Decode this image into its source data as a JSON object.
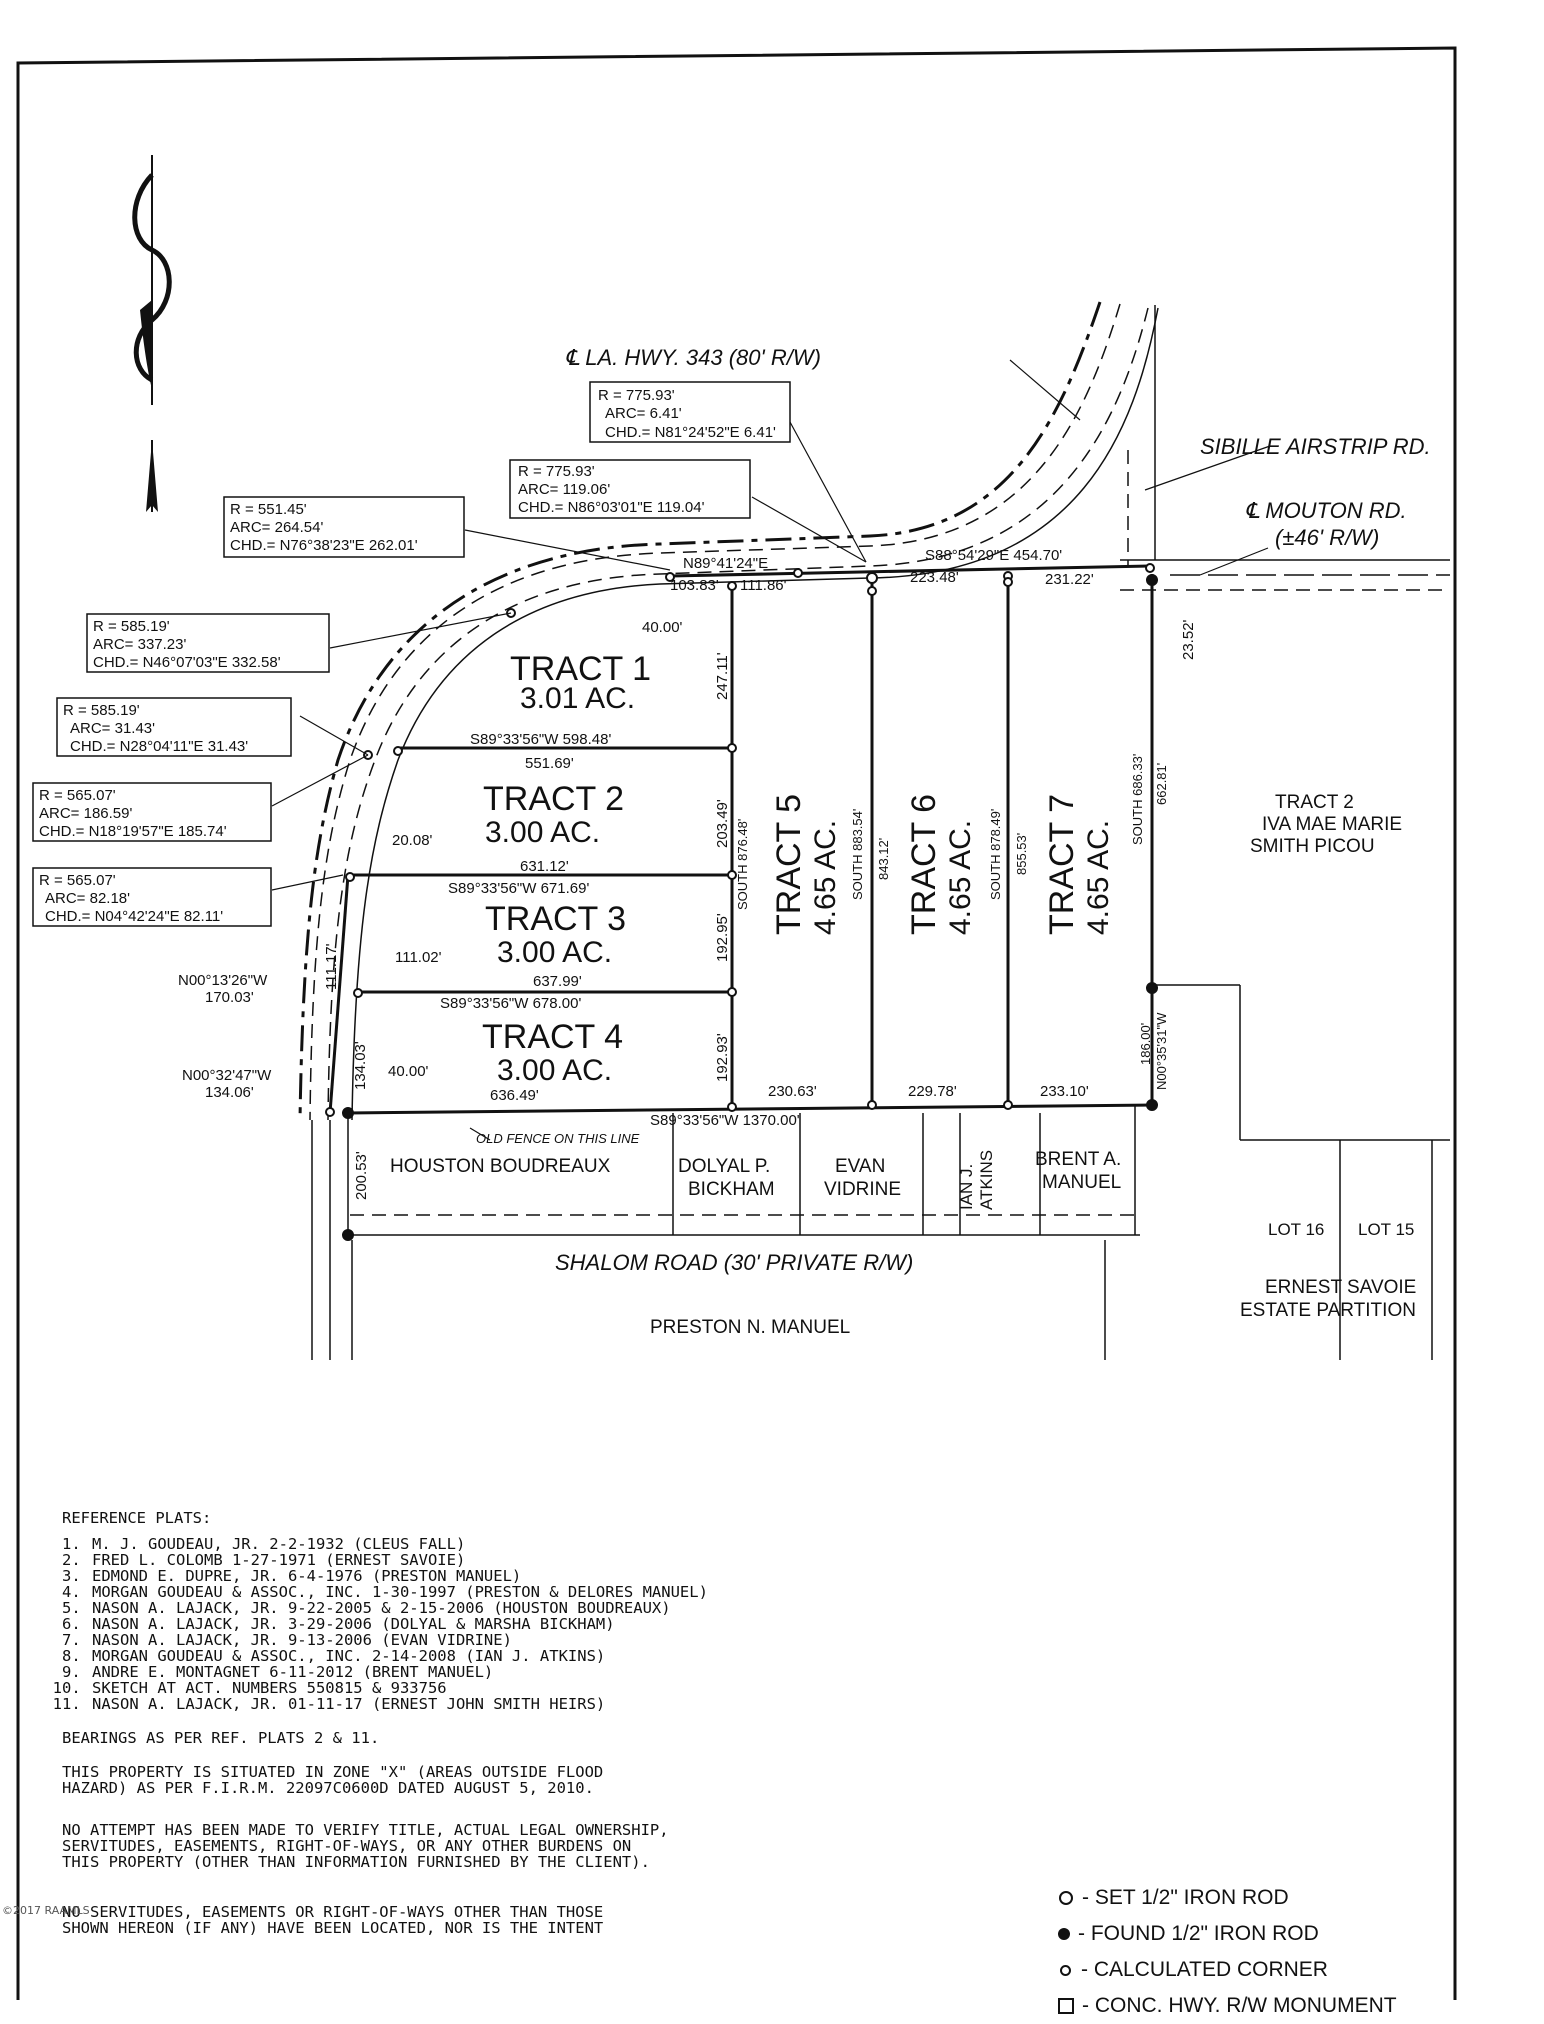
{
  "highway_label": "℄ LA. HWY. 343 (80' R/W)",
  "sibille_label": "SIBILLE AIRSTRIP RD.",
  "mouton_label_1": "℄ MOUTON RD.",
  "mouton_label_2": "(±46' R/W)",
  "curve_boxes": [
    {
      "lines": [
        "R = 775.93'",
        "ARC= 6.41'",
        "CHD.= N81°24'52\"E 6.41'"
      ]
    },
    {
      "lines": [
        "R = 775.93'",
        "ARC= 119.06'",
        "CHD.= N86°03'01\"E 119.04'"
      ]
    },
    {
      "lines": [
        "R = 551.45'",
        "ARC= 264.54'",
        "CHD.= N76°38'23\"E 262.01'"
      ]
    },
    {
      "lines": [
        "R = 585.19'",
        "ARC= 337.23'",
        "CHD.= N46°07'03\"E 332.58'"
      ]
    },
    {
      "lines": [
        "R = 585.19'",
        "ARC= 31.43'",
        "CHD.= N28°04'11\"E 31.43'"
      ]
    },
    {
      "lines": [
        "R = 565.07'",
        "ARC= 186.59'",
        "CHD.= N18°19'57\"E 185.74'"
      ]
    },
    {
      "lines": [
        "R = 565.07'",
        "ARC= 82.18'",
        "CHD.= N04°42'24\"E 82.11'"
      ]
    }
  ],
  "tracts": [
    {
      "title": "TRACT 1",
      "area": "3.01 AC."
    },
    {
      "title": "TRACT 2",
      "area": "3.00 AC."
    },
    {
      "title": "TRACT 3",
      "area": "3.00 AC."
    },
    {
      "title": "TRACT 4",
      "area": "3.00 AC."
    },
    {
      "title": "TRACT 5",
      "area": "4.65 AC."
    },
    {
      "title": "TRACT 6",
      "area": "4.65 AC."
    },
    {
      "title": "TRACT 7",
      "area": "4.65 AC."
    }
  ],
  "dimensions": {
    "top_bearing_1": "N89°41'24\"E",
    "top_bearing_2": "S88°54'29\"E 454.70'",
    "d_103_83": "103.83'",
    "d_111_86": "111.86'",
    "d_223_48": "223.48'",
    "d_231_22": "231.22'",
    "d_40_00_top": "40.00'",
    "d_247_11": "247.11'",
    "d_23_52": "23.52'",
    "line1_bearing": "S89°33'56\"W 598.48'",
    "line1_dist": "551.69'",
    "d_203_49": "203.49'",
    "d_20_08": "20.08'",
    "line2_dist": "631.12'",
    "line2_bearing": "S89°33'56\"W 671.69'",
    "d_111_02": "111.02'",
    "d_192_95": "192.95'",
    "line3_dist": "637.99'",
    "line3_bearing": "S89°33'56\"W 678.00'",
    "d_192_93": "192.93'",
    "d_40_00_bot": "40.00'",
    "line4_dist": "636.49'",
    "d_230_63": "230.63'",
    "d_229_78": "229.78'",
    "d_233_10": "233.10'",
    "bottom_bearing": "S89°33'56\"W 1370.00'",
    "west_1_bearing": "N00°13'26\"W",
    "west_1_dist": "170.03'",
    "west_2_bearing": "N00°32'47\"W",
    "west_2_dist": "134.06'",
    "d_111_17": "111.17'",
    "d_134_03": "134.03'",
    "d_200_53": "200.53'",
    "south_876": "SOUTH 876.48'",
    "south_883": "SOUTH 883.54'",
    "d_843_12": "843.12'",
    "south_878": "SOUTH 878.49'",
    "d_855_53": "855.53'",
    "south_686": "SOUTH 686.33'",
    "d_662_81": "662.81'",
    "d_186_00": "186.00'",
    "east_bearing": "N00°35'31\"W",
    "fence_note": "OLD FENCE ON THIS LINE"
  },
  "adjoiners": {
    "tract2_picou": [
      "TRACT 2",
      "IVA MAE MARIE",
      "SMITH PICOU"
    ],
    "houston": "HOUSTON BOUDREAUX",
    "bickham": [
      "DOLYAL P.",
      "BICKHAM"
    ],
    "vidrine": [
      "EVAN",
      "VIDRINE"
    ],
    "atkins": [
      "IAN J.",
      "ATKINS"
    ],
    "brent": [
      "BRENT A.",
      "MANUEL"
    ],
    "shalom": "SHALOM ROAD (30' PRIVATE R/W)",
    "preston": "PRESTON N. MANUEL",
    "lot16": "LOT 16",
    "lot15": "LOT 15",
    "savoie_1": "ERNEST SAVOIE",
    "savoie_2": "ESTATE PARTITION"
  },
  "notes": {
    "ref_heading": "REFERENCE PLATS:",
    "refs": [
      "M. J. GOUDEAU, JR. 2-2-1932 (CLEUS FALL)",
      "FRED L. COLOMB 1-27-1971 (ERNEST SAVOIE)",
      "EDMOND E. DUPRE, JR. 6-4-1976 (PRESTON MANUEL)",
      "MORGAN GOUDEAU & ASSOC., INC. 1-30-1997 (PRESTON & DELORES MANUEL)",
      "NASON A. LAJACK, JR. 9-22-2005 & 2-15-2006 (HOUSTON BOUDREAUX)",
      "NASON A. LAJACK, JR. 3-29-2006 (DOLYAL & MARSHA BICKHAM)",
      "NASON A. LAJACK, JR. 9-13-2006 (EVAN VIDRINE)",
      "MORGAN GOUDEAU & ASSOC., INC. 2-14-2008 (IAN J. ATKINS)",
      "ANDRE E. MONTAGNET 6-11-2012 (BRENT MANUEL)",
      "SKETCH  AT ACT. NUMBERS 550815 & 933756",
      "NASON A. LAJACK, JR. 01-11-17 (ERNEST JOHN SMITH HEIRS)"
    ],
    "bearings": "BEARINGS AS PER REF. PLATS 2 & 11.",
    "flood": "THIS PROPERTY IS SITUATED IN ZONE \"X\" (AREAS OUTSIDE FLOOD\nHAZARD) AS PER F.I.R.M. 22097C0600D DATED AUGUST 5, 2010.",
    "title_note": "NO ATTEMPT HAS BEEN MADE TO VERIFY TITLE, ACTUAL LEGAL OWNERSHIP,\nSERVITUDES, EASEMENTS, RIGHT-OF-WAYS, OR ANY OTHER BURDENS ON\nTHIS PROPERTY (OTHER THAN INFORMATION FURNISHED BY THE CLIENT).",
    "servitude_note": "NO SERVITUDES, EASEMENTS OR RIGHT-OF-WAYS OTHER THAN THOSE\nSHOWN HEREON (IF ANY) HAVE BEEN LOCATED, NOR IS THE INTENT"
  },
  "legend": [
    {
      "symbol": "set",
      "label": "- SET 1/2\" IRON ROD"
    },
    {
      "symbol": "found",
      "label": "- FOUND 1/2\" IRON ROD"
    },
    {
      "symbol": "calc",
      "label": "- CALCULATED CORNER"
    },
    {
      "symbol": "mon",
      "label": "- CONC. HWY. R/W MONUMENT"
    }
  ],
  "watermark": "©2017 RAAMLS"
}
